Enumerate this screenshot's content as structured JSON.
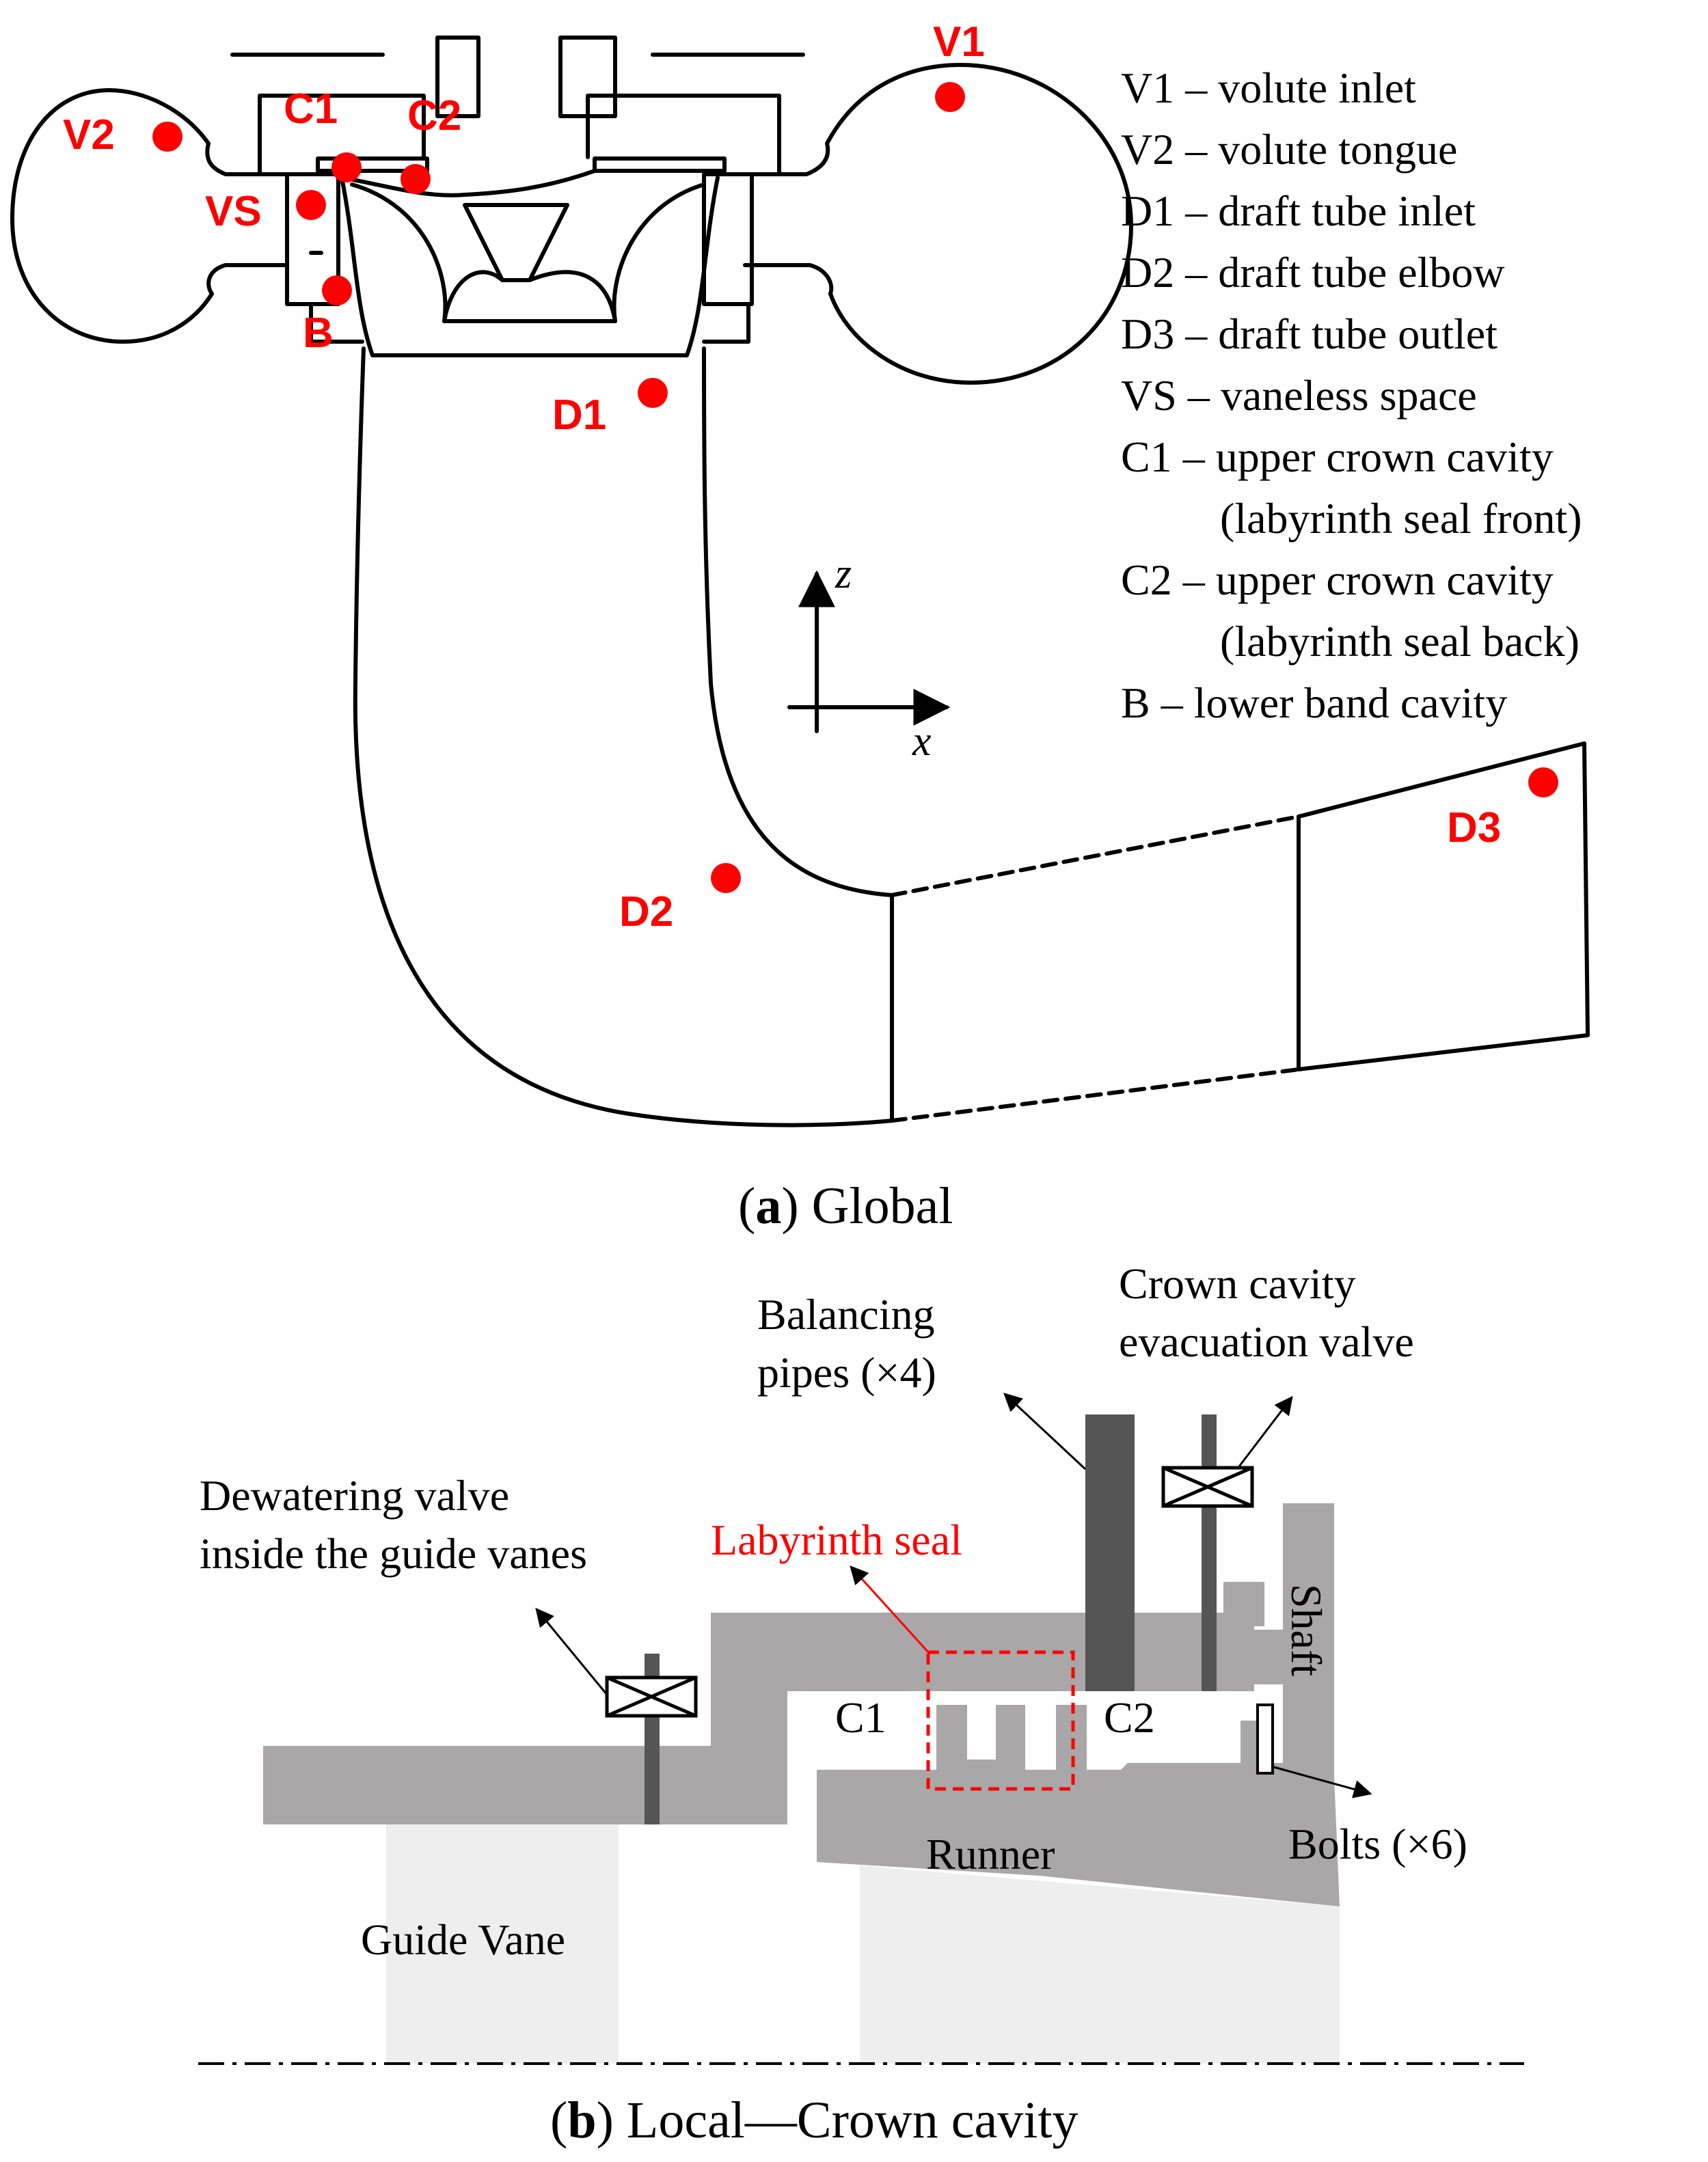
{
  "global": {
    "points": [
      {
        "id": "V1",
        "label": "V1"
      },
      {
        "id": "V2",
        "label": "V2"
      },
      {
        "id": "C1",
        "label": "C1"
      },
      {
        "id": "C2",
        "label": "C2"
      },
      {
        "id": "VS",
        "label": "VS"
      },
      {
        "id": "B",
        "label": "B"
      },
      {
        "id": "D1",
        "label": "D1"
      },
      {
        "id": "D2",
        "label": "D2"
      },
      {
        "id": "D3",
        "label": "D3"
      }
    ],
    "legend": [
      "V1 – volute inlet",
      "V2 – volute tongue",
      "D1 – draft tube inlet",
      "D2 – draft tube elbow",
      "D3 – draft tube outlet",
      "VS – vaneless space",
      "C1 – upper crown cavity",
      "(labyrinth seal front)",
      "C2 – upper crown cavity",
      "(labyrinth seal back)",
      "B – lower band cavity"
    ],
    "axes": {
      "x": "x",
      "z": "z"
    },
    "caption_letter": "a",
    "caption_text": " Global"
  },
  "local": {
    "labels": {
      "balancing_1": "Balancing",
      "balancing_2": "pipes (×4)",
      "crown_valve_1": "Crown cavity",
      "crown_valve_2": "evacuation valve",
      "dewatering_1": "Dewatering valve",
      "dewatering_2": "inside the guide vanes",
      "labyrinth": "Labyrinth seal",
      "shaft": "Shaft",
      "c1": "C1",
      "c2": "C2",
      "runner": "Runner",
      "bolts": "Bolts (×6)",
      "guide_vane": "Guide Vane"
    },
    "colors": {
      "structure": "#a9a7a7",
      "light": "#eeeeee",
      "pipe": "#555555",
      "valve_stem": "#555555",
      "highlight": "#ff0000"
    },
    "caption_letter": "b",
    "caption_text": " Local—Crown cavity"
  }
}
